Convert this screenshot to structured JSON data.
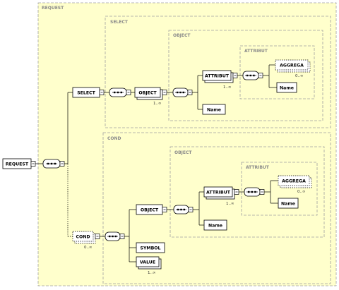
{
  "groups": {
    "request": "REQUEST",
    "select": "SELECT",
    "select_object": "OBJECT",
    "select_attribut": "ATTRIBUT",
    "cond": "COND",
    "cond_object": "OBJECT",
    "cond_attribut": "ATTRIBUT"
  },
  "nodes": {
    "request": "REQUEST",
    "select": "SELECT",
    "select_object": "OBJECT",
    "select_attribut": "ATTRIBUT",
    "select_aggrega": "AGGREGA",
    "select_attr_name": "Name",
    "select_obj_name": "Name",
    "cond": "COND",
    "cond_object": "OBJECT",
    "cond_attribut": "ATTRIBUT",
    "cond_aggrega": "AGGREGA",
    "cond_attr_name": "Name",
    "cond_obj_name": "Name",
    "symbol": "SYMBOL",
    "value": "VALUE"
  },
  "cardinalities": {
    "select_object": "1..∞",
    "select_attribut": "1..∞",
    "select_aggrega": "0..∞",
    "cond": "0..∞",
    "cond_attribut": "1..∞",
    "cond_aggrega": "0..∞",
    "value": "1..∞"
  },
  "colors": {
    "canvas": "#ffffff",
    "group_fill": "#ffffcc",
    "group_border": "#a0a0a0",
    "node_fill": "#ffffff",
    "line": "#000000",
    "group_label": "#8a8a8a"
  }
}
